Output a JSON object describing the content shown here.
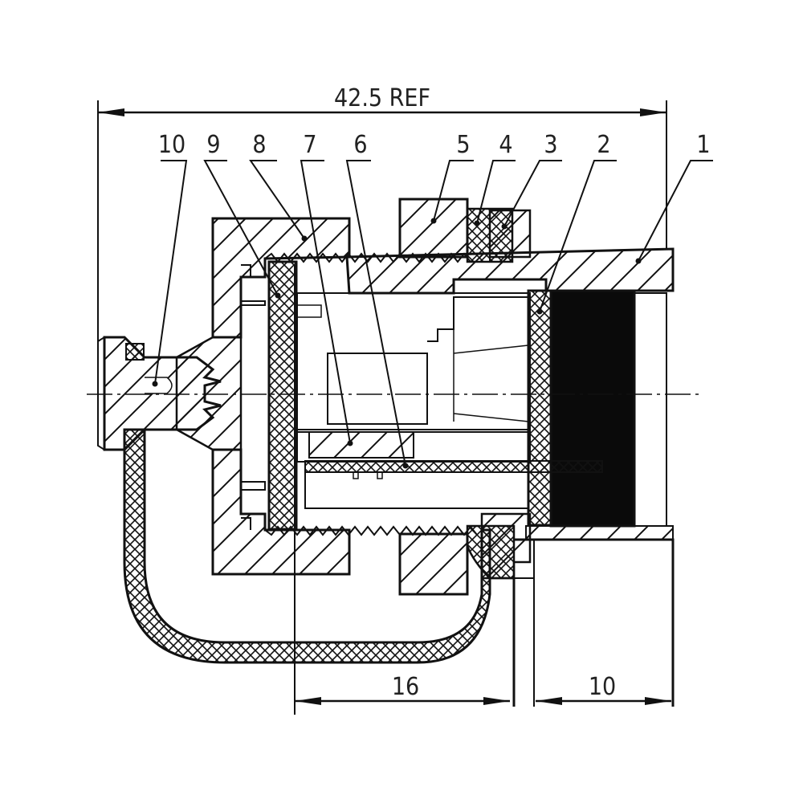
{
  "dimensions": {
    "overall": "42.5 REF",
    "left_bottom": "16",
    "right_bottom": "10"
  },
  "part_numbers": [
    "1",
    "2",
    "3",
    "4",
    "5",
    "6",
    "7",
    "8",
    "9",
    "10"
  ],
  "colors": {
    "line": "#111111",
    "fill_solid": "#0a0a0a",
    "background": "#ffffff"
  }
}
